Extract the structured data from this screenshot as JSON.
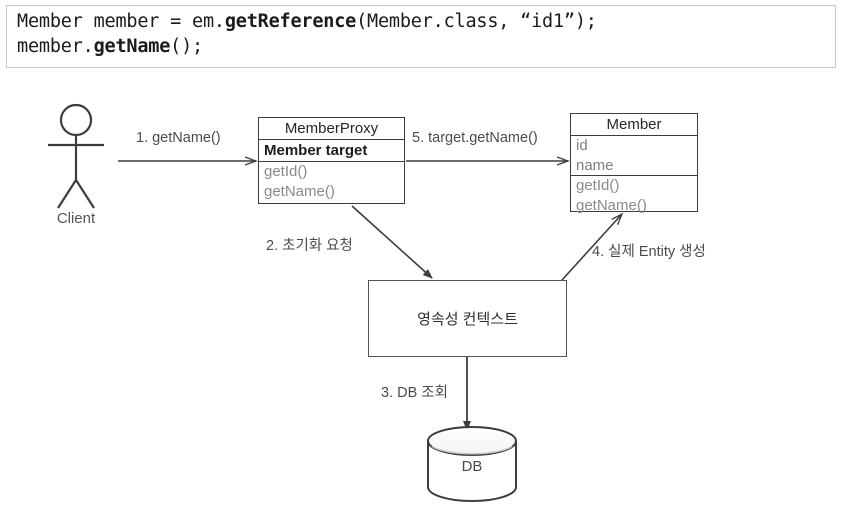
{
  "code": {
    "line1_pre": "Member member = em.",
    "line1_bold": "getReference",
    "line1_post": "(Member.class, “id1”);",
    "line2_pre": "member.",
    "line2_bold": "getName",
    "line2_post": "();"
  },
  "actor": {
    "label": "Client"
  },
  "proxy_box": {
    "title": "MemberProxy",
    "attribute": "Member target",
    "methods": [
      "getId()",
      "getName()"
    ]
  },
  "member_box": {
    "title": "Member",
    "attributes": [
      "id",
      "name"
    ],
    "methods": [
      "getId()",
      "getName()"
    ]
  },
  "context_box": {
    "label": "영속성 컨텍스트"
  },
  "database": {
    "label": "DB"
  },
  "edges": [
    {
      "id": "1",
      "label": "1. getName()"
    },
    {
      "id": "2",
      "label": "2. 초기화 요청"
    },
    {
      "id": "3",
      "label": "3. DB 조회"
    },
    {
      "id": "4",
      "label": "4. 실제 Entity 생성"
    },
    {
      "id": "5",
      "label": "5. target.getName()"
    }
  ],
  "colors": {
    "stroke": "#3d3d3d",
    "muted_text": "#8a8a8a",
    "code_border": "#c8c8c8",
    "background": "#ffffff"
  }
}
